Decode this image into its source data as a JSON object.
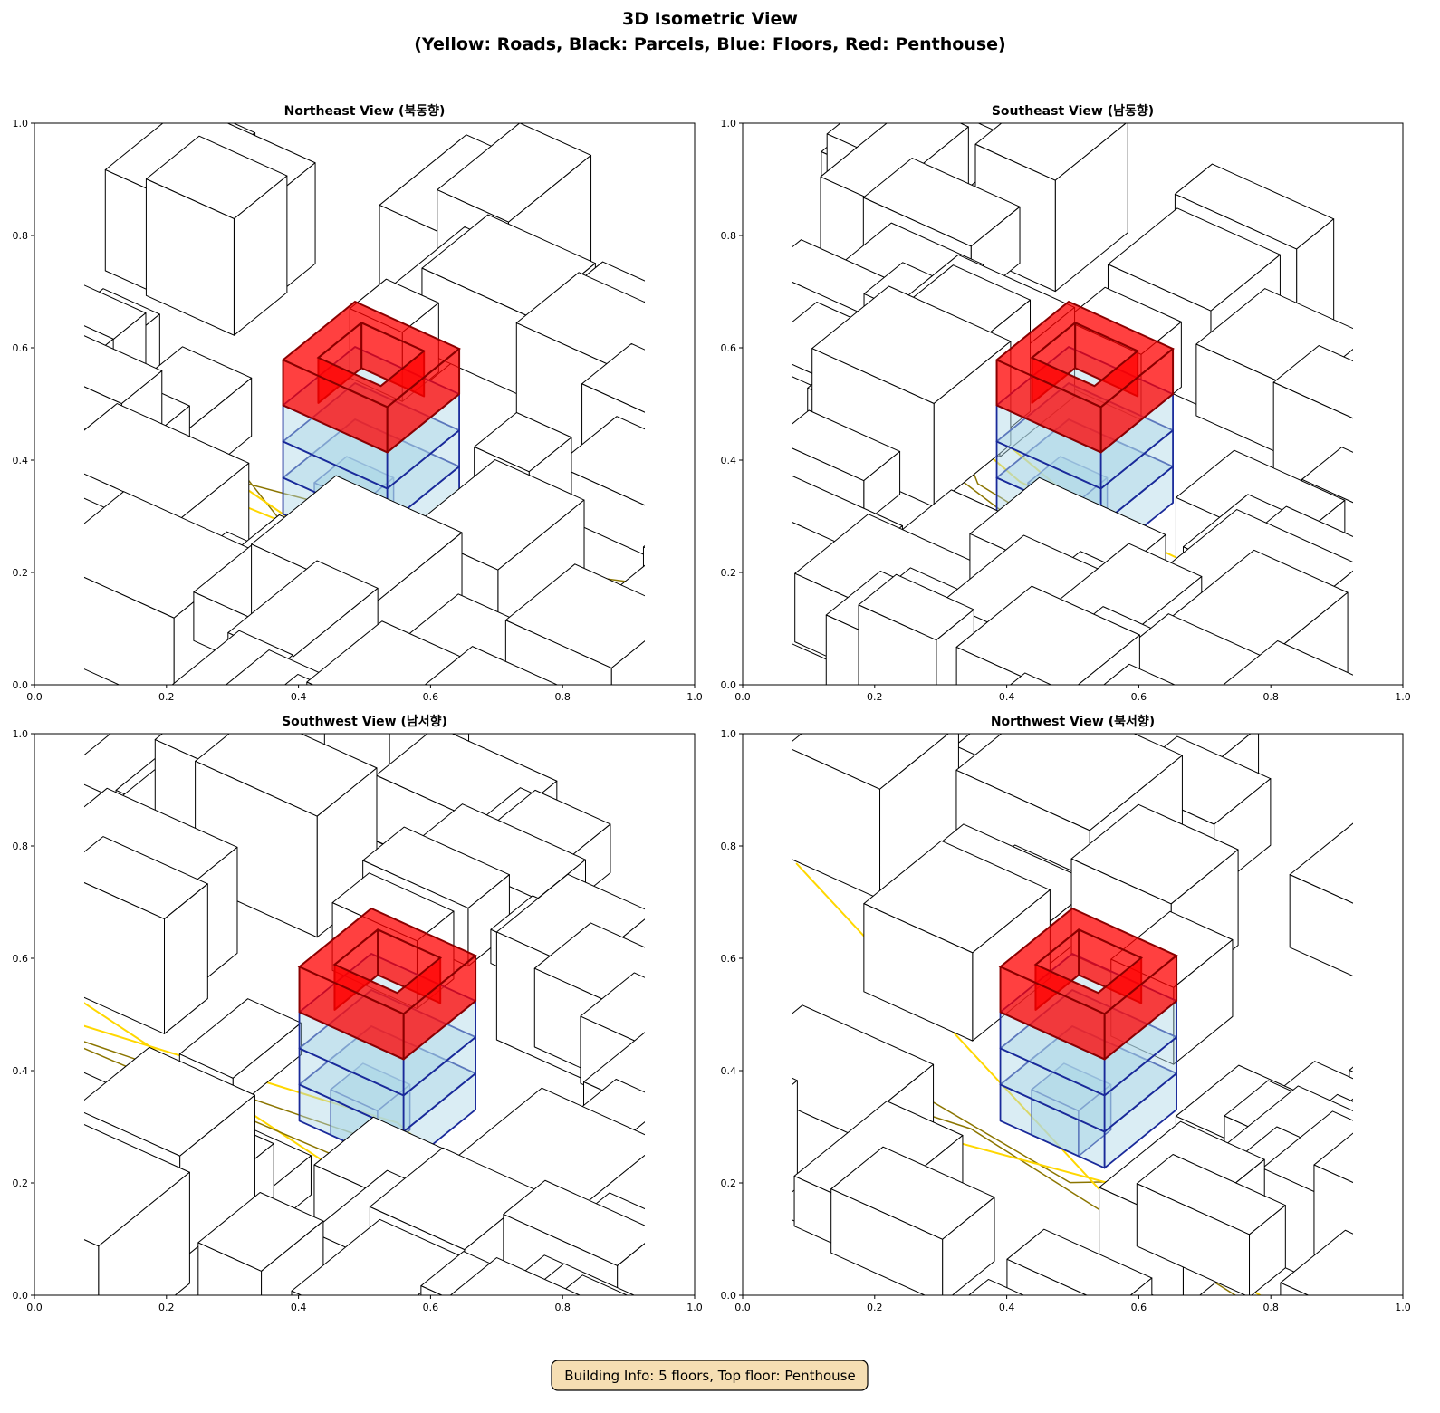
{
  "figure": {
    "title_line1": "3D Isometric View",
    "title_line2": "(Yellow: Roads, Black: Parcels, Blue: Floors, Red: Penthouse)"
  },
  "panels": [
    {
      "title": "Northeast View (북동향)"
    },
    {
      "title": "Southeast View (남동향)"
    },
    {
      "title": "Southwest View (남서향)"
    },
    {
      "title": "Northwest View (북서향)"
    }
  ],
  "axes": {
    "ticks": [
      "0.0",
      "0.2",
      "0.4",
      "0.6",
      "0.8",
      "1.0"
    ],
    "xlim": [
      0,
      1
    ],
    "ylim": [
      0,
      1
    ]
  },
  "building": {
    "floors": 5,
    "top_floor": "Penthouse"
  },
  "info_box": {
    "text": "Building Info: 5 floors, Top floor: Penthouse"
  },
  "colors": {
    "road": "#ffd700",
    "road_edge": "#8b7500",
    "parcel": "#000000",
    "floor_fill": "#add8e6",
    "floor_edge": "#1a2a9a",
    "penthouse_fill": "#ff0000",
    "penthouse_edge": "#8b0000",
    "info_bg": "#f5deb3"
  }
}
